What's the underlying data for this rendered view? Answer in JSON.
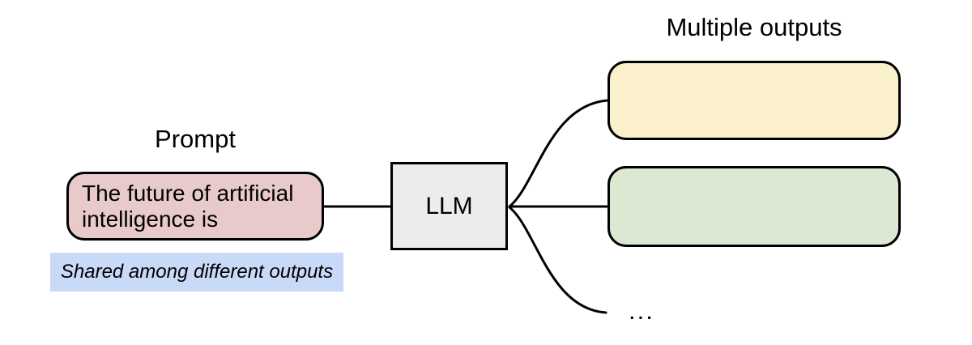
{
  "diagram": {
    "prompt": {
      "title": "Prompt",
      "box_text": "The future of artificial intelligence is",
      "note": "Shared among different outputs"
    },
    "model": {
      "label": "LLM"
    },
    "outputs": {
      "title": "Multiple outputs",
      "box_count": 2,
      "more_indicator": "..."
    },
    "colors": {
      "prompt_fill": "#e8caca",
      "note_fill": "#c9daf8",
      "llm_fill": "#ececec",
      "output1_fill": "#faf0cc",
      "output2_fill": "#dde8d2",
      "stroke": "#000000"
    }
  }
}
